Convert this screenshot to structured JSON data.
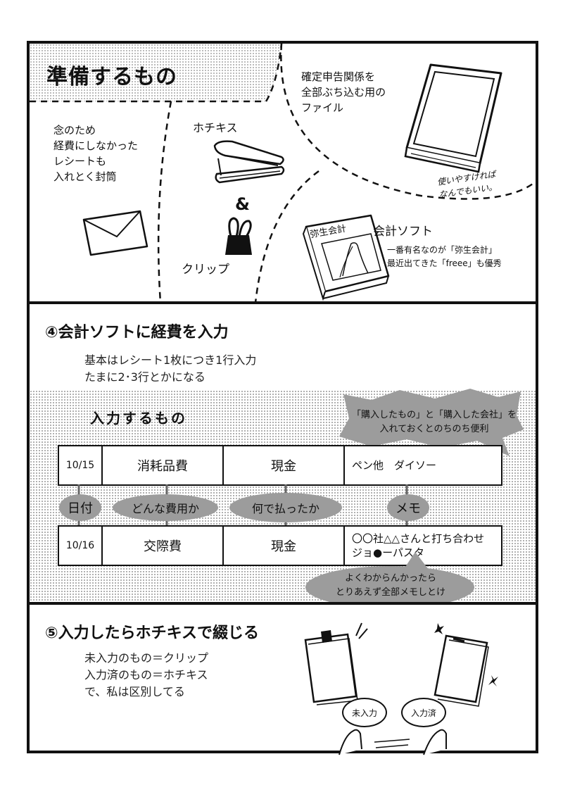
{
  "panel1": {
    "title": "準備するもの",
    "envelope_text": "念のため\n経費にしなかった\nレシートも\n入れとく封筒",
    "stapler_label": "ホチキス",
    "amp": "&",
    "clip_label": "クリップ",
    "file_text": "確定申告関係を\n全部ぶち込む用の\nファイル",
    "file_note": "使いやすければ\nなんでもいい。",
    "software_label": "会計ソフト",
    "software_box_label": "弥生会計",
    "software_desc": "一番有名なのが「弥生会計」\n最近出てきた「freee」も優秀"
  },
  "panel2": {
    "heading": "④会計ソフトに経費を入力",
    "desc": "基本はレシート1枚につき1行入力\nたまに2･3行とかになる",
    "subheading": "入力するもの",
    "top_bubble": "「購入したもの」と「購入した会社」を\n入れておくとのちのち便利",
    "rows": [
      {
        "date": "10/15",
        "category": "消耗品費",
        "payment": "現金",
        "memo": "ペン他　ダイソー"
      },
      {
        "date": "10/16",
        "category": "交際費",
        "payment": "現金",
        "memo": "〇〇社△△さんと打ち合わせ\nジョ●ーパスタ"
      }
    ],
    "labels": {
      "date": "日付",
      "category": "どんな費用か",
      "payment": "何で払ったか",
      "memo": "メモ"
    },
    "bottom_bubble": "よくわからんかったら\nとりあえず全部メモしとけ"
  },
  "panel3": {
    "heading": "⑤入力したらホチキスで綴じる",
    "desc": "未入力のもの＝クリップ\n入力済のもの＝ホチキス\nで、私は区別してる",
    "left_sign": "未入力",
    "right_sign": "入力済"
  }
}
